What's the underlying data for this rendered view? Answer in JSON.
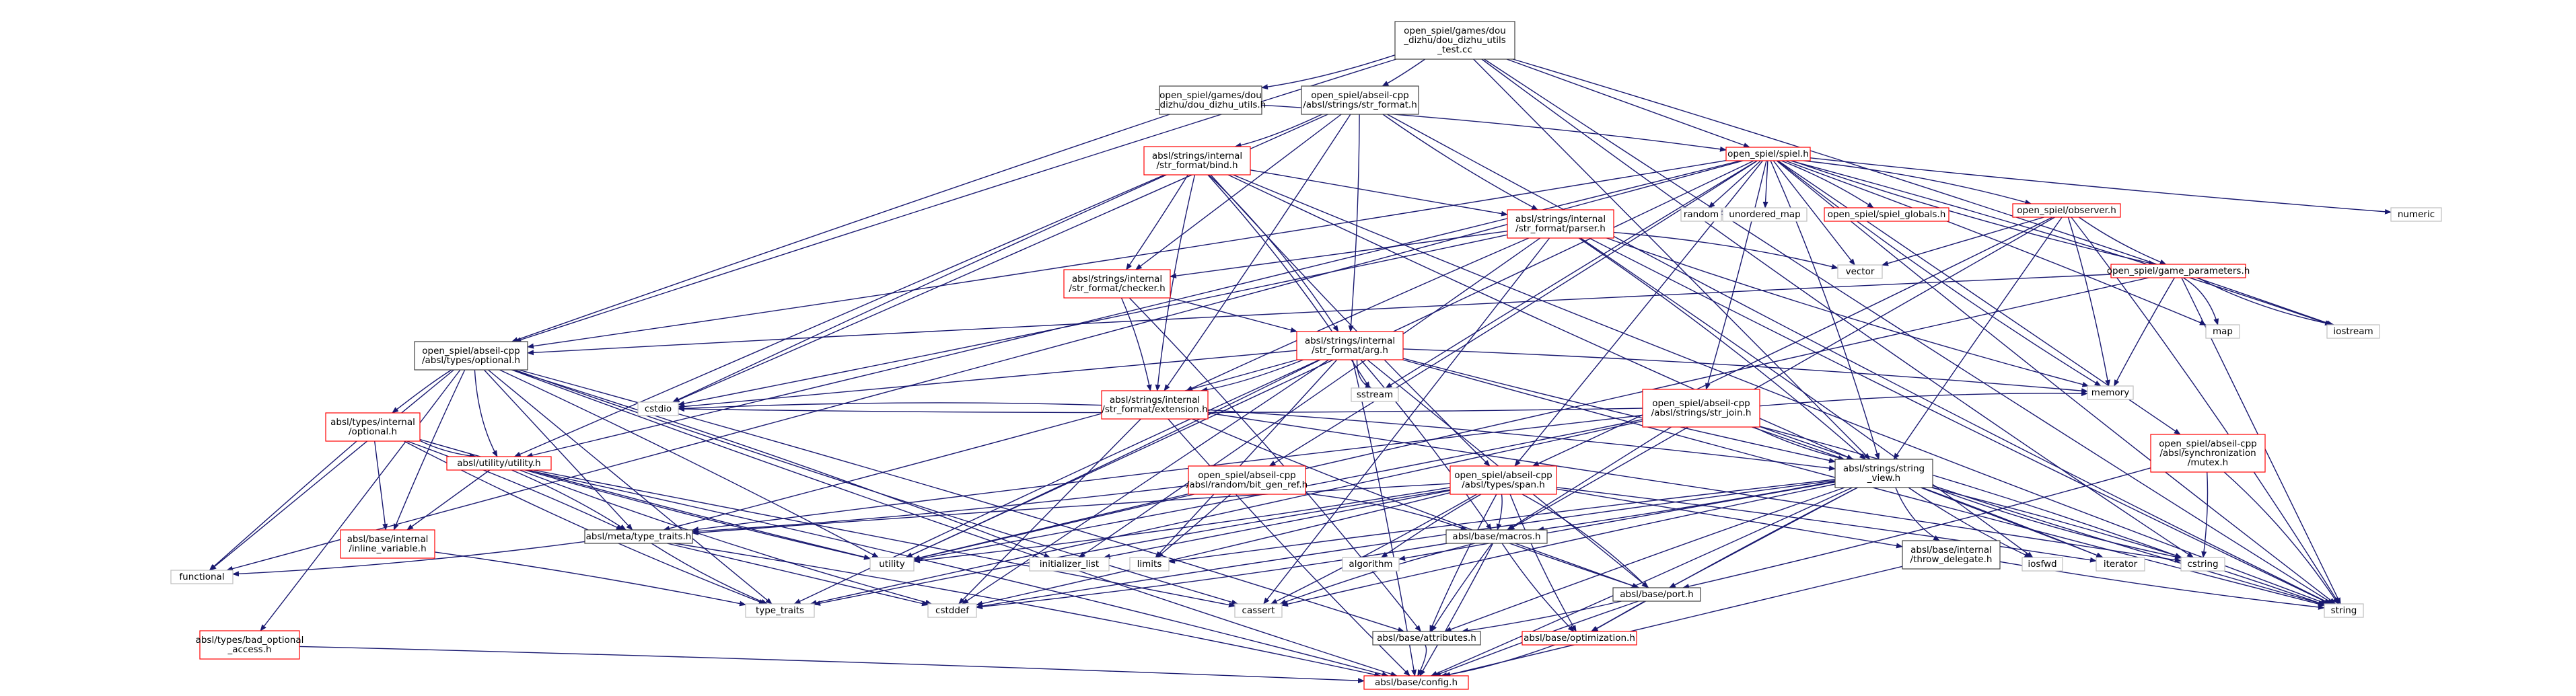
{
  "colors": {
    "background": "#ffffff",
    "edge": "#191970",
    "node_border_normal": "#404040",
    "node_border_expandable": "#ff0000",
    "node_border_system": "#bfbfbf",
    "root_fill": "#bfbfbf",
    "text": "#000000"
  },
  "nodes": [
    {
      "id": "root",
      "lines": [
        "open_spiel/games/dou",
        "_dizhu/dou_dizhu_utils",
        "_test.cc"
      ],
      "kind": "root"
    },
    {
      "id": "ddutils",
      "lines": [
        "open_spiel/games/dou",
        "_dizhu/dou_dizhu_utils.h"
      ],
      "kind": "normal"
    },
    {
      "id": "strformat",
      "lines": [
        "open_spiel/abseil-cpp",
        "/absl/strings/str_format.h"
      ],
      "kind": "normal"
    },
    {
      "id": "spiel",
      "lines": [
        "open_spiel/spiel.h"
      ],
      "kind": "red"
    },
    {
      "id": "bind",
      "lines": [
        "absl/strings/internal",
        "/str_format/bind.h"
      ],
      "kind": "red"
    },
    {
      "id": "parser",
      "lines": [
        "absl/strings/internal",
        "/str_format/parser.h"
      ],
      "kind": "red"
    },
    {
      "id": "checker",
      "lines": [
        "absl/strings/internal",
        "/str_format/checker.h"
      ],
      "kind": "red"
    },
    {
      "id": "arg",
      "lines": [
        "absl/strings/internal",
        "/str_format/arg.h"
      ],
      "kind": "red"
    },
    {
      "id": "extension",
      "lines": [
        "absl/strings/internal",
        "/str_format/extension.h"
      ],
      "kind": "red"
    },
    {
      "id": "optional",
      "lines": [
        "open_spiel/abseil-cpp",
        "/absl/types/optional.h"
      ],
      "kind": "normal"
    },
    {
      "id": "toptional",
      "lines": [
        "absl/types/internal",
        "/optional.h"
      ],
      "kind": "red"
    },
    {
      "id": "utility",
      "lines": [
        "absl/utility/utility.h"
      ],
      "kind": "red"
    },
    {
      "id": "inlinevar",
      "lines": [
        "absl/base/internal",
        "/inline_variable.h"
      ],
      "kind": "red"
    },
    {
      "id": "typetraits",
      "lines": [
        "absl/meta/type_traits.h"
      ],
      "kind": "normal"
    },
    {
      "id": "badopt",
      "lines": [
        "absl/types/bad_optional",
        "_access.h"
      ],
      "kind": "red"
    },
    {
      "id": "bitgen",
      "lines": [
        "open_spiel/abseil-cpp",
        "/absl/random/bit_gen_ref.h"
      ],
      "kind": "red"
    },
    {
      "id": "span",
      "lines": [
        "open_spiel/abseil-cpp",
        "/absl/types/span.h"
      ],
      "kind": "red"
    },
    {
      "id": "strjoin",
      "lines": [
        "open_spiel/abseil-cpp",
        "/absl/strings/str_join.h"
      ],
      "kind": "red"
    },
    {
      "id": "stringview",
      "lines": [
        "absl/strings/string",
        "_view.h"
      ],
      "kind": "normal"
    },
    {
      "id": "macros",
      "lines": [
        "absl/base/macros.h"
      ],
      "kind": "normal"
    },
    {
      "id": "port",
      "lines": [
        "absl/base/port.h"
      ],
      "kind": "normal"
    },
    {
      "id": "attributes",
      "lines": [
        "absl/base/attributes.h"
      ],
      "kind": "normal"
    },
    {
      "id": "optimization",
      "lines": [
        "absl/base/optimization.h"
      ],
      "kind": "red"
    },
    {
      "id": "config",
      "lines": [
        "absl/base/config.h"
      ],
      "kind": "red"
    },
    {
      "id": "throwdel",
      "lines": [
        "absl/base/internal",
        "/throw_delegate.h"
      ],
      "kind": "normal"
    },
    {
      "id": "observer",
      "lines": [
        "open_spiel/observer.h"
      ],
      "kind": "red"
    },
    {
      "id": "gameparams",
      "lines": [
        "open_spiel/game_parameters.h"
      ],
      "kind": "red"
    },
    {
      "id": "spielglobals",
      "lines": [
        "open_spiel/spiel_globals.h"
      ],
      "kind": "red"
    },
    {
      "id": "mutex",
      "lines": [
        "open_spiel/abseil-cpp",
        "/absl/synchronization",
        "/mutex.h"
      ],
      "kind": "red"
    },
    {
      "id": "random",
      "lines": [
        "random"
      ],
      "kind": "system"
    },
    {
      "id": "unordered_map",
      "lines": [
        "unordered_map"
      ],
      "kind": "system"
    },
    {
      "id": "numeric",
      "lines": [
        "numeric"
      ],
      "kind": "system"
    },
    {
      "id": "vector",
      "lines": [
        "vector"
      ],
      "kind": "system"
    },
    {
      "id": "map",
      "lines": [
        "map"
      ],
      "kind": "system"
    },
    {
      "id": "iostream",
      "lines": [
        "iostream"
      ],
      "kind": "system"
    },
    {
      "id": "memory",
      "lines": [
        "memory"
      ],
      "kind": "system"
    },
    {
      "id": "sstream",
      "lines": [
        "sstream"
      ],
      "kind": "system"
    },
    {
      "id": "cstdio",
      "lines": [
        "cstdio"
      ],
      "kind": "system"
    },
    {
      "id": "limits",
      "lines": [
        "limits"
      ],
      "kind": "system"
    },
    {
      "id": "initlist",
      "lines": [
        "initializer_list"
      ],
      "kind": "system"
    },
    {
      "id": "utility_sys",
      "lines": [
        "utility"
      ],
      "kind": "system"
    },
    {
      "id": "algorithm",
      "lines": [
        "algorithm"
      ],
      "kind": "system"
    },
    {
      "id": "functional",
      "lines": [
        "functional"
      ],
      "kind": "system"
    },
    {
      "id": "type_traits",
      "lines": [
        "type_traits"
      ],
      "kind": "system"
    },
    {
      "id": "cstddef",
      "lines": [
        "cstddef"
      ],
      "kind": "system"
    },
    {
      "id": "cassert",
      "lines": [
        "cassert"
      ],
      "kind": "system"
    },
    {
      "id": "iosfwd",
      "lines": [
        "iosfwd"
      ],
      "kind": "system"
    },
    {
      "id": "iterator",
      "lines": [
        "iterator"
      ],
      "kind": "system"
    },
    {
      "id": "cstring",
      "lines": [
        "cstring"
      ],
      "kind": "system"
    },
    {
      "id": "string",
      "lines": [
        "string"
      ],
      "kind": "system"
    }
  ],
  "edges": [
    [
      "root",
      "ddutils"
    ],
    [
      "root",
      "strformat"
    ],
    [
      "root",
      "spiel"
    ],
    [
      "root",
      "optional"
    ],
    [
      "root",
      "iostream"
    ],
    [
      "root",
      "cstring"
    ],
    [
      "root",
      "string"
    ],
    [
      "root",
      "stringview"
    ],
    [
      "ddutils",
      "optional"
    ],
    [
      "ddutils",
      "spiel"
    ],
    [
      "strformat",
      "bind"
    ],
    [
      "strformat",
      "parser"
    ],
    [
      "strformat",
      "checker"
    ],
    [
      "strformat",
      "arg"
    ],
    [
      "strformat",
      "extension"
    ],
    [
      "strformat",
      "string"
    ],
    [
      "strformat",
      "cstdio"
    ],
    [
      "bind",
      "parser"
    ],
    [
      "bind",
      "checker"
    ],
    [
      "bind",
      "arg"
    ],
    [
      "bind",
      "extension"
    ],
    [
      "bind",
      "span"
    ],
    [
      "bind",
      "utility"
    ],
    [
      "bind",
      "cstdio"
    ],
    [
      "bind",
      "sstream"
    ],
    [
      "bind",
      "string"
    ],
    [
      "bind",
      "stringview"
    ],
    [
      "parser",
      "checker"
    ],
    [
      "parser",
      "extension"
    ],
    [
      "parser",
      "vector"
    ],
    [
      "parser",
      "memory"
    ],
    [
      "parser",
      "string"
    ],
    [
      "parser",
      "cassert"
    ],
    [
      "parser",
      "iosfwd"
    ],
    [
      "parser",
      "stringview"
    ],
    [
      "parser",
      "initlist"
    ],
    [
      "parser",
      "cstdio"
    ],
    [
      "checker",
      "arg"
    ],
    [
      "checker",
      "extension"
    ],
    [
      "checker",
      "attributes"
    ],
    [
      "arg",
      "extension"
    ],
    [
      "arg",
      "stringview"
    ],
    [
      "arg",
      "port"
    ],
    [
      "arg",
      "macros"
    ],
    [
      "arg",
      "memory"
    ],
    [
      "arg",
      "sstream"
    ],
    [
      "arg",
      "string"
    ],
    [
      "arg",
      "cstdio"
    ],
    [
      "arg",
      "type_traits"
    ],
    [
      "arg",
      "limits"
    ],
    [
      "arg",
      "utility_sys"
    ],
    [
      "arg",
      "typetraits"
    ],
    [
      "arg",
      "cstddef"
    ],
    [
      "arg",
      "config"
    ],
    [
      "extension",
      "stringview"
    ],
    [
      "extension",
      "port"
    ],
    [
      "extension",
      "config"
    ],
    [
      "extension",
      "cstring"
    ],
    [
      "extension",
      "cstddef"
    ],
    [
      "extension",
      "cstdio"
    ],
    [
      "spiel",
      "optional"
    ],
    [
      "spiel",
      "random"
    ],
    [
      "spiel",
      "unordered_map"
    ],
    [
      "spiel",
      "spielglobals"
    ],
    [
      "spiel",
      "observer"
    ],
    [
      "spiel",
      "gameparams"
    ],
    [
      "spiel",
      "numeric"
    ],
    [
      "spiel",
      "vector"
    ],
    [
      "spiel",
      "map"
    ],
    [
      "spiel",
      "iostream"
    ],
    [
      "spiel",
      "memory"
    ],
    [
      "spiel",
      "string"
    ],
    [
      "spiel",
      "mutex"
    ],
    [
      "spiel",
      "strjoin"
    ],
    [
      "spiel",
      "span"
    ],
    [
      "spiel",
      "bitgen"
    ],
    [
      "spiel",
      "utility"
    ],
    [
      "spiel",
      "functional"
    ],
    [
      "spiel",
      "sstream"
    ],
    [
      "spiel",
      "stringview"
    ],
    [
      "spiel",
      "utility_sys"
    ],
    [
      "observer",
      "gameparams"
    ],
    [
      "observer",
      "vector"
    ],
    [
      "observer",
      "memory"
    ],
    [
      "observer",
      "string"
    ],
    [
      "observer",
      "span"
    ],
    [
      "observer",
      "stringview"
    ],
    [
      "observer",
      "macros"
    ],
    [
      "gameparams",
      "optional"
    ],
    [
      "gameparams",
      "map"
    ],
    [
      "gameparams",
      "iostream"
    ],
    [
      "gameparams",
      "memory"
    ],
    [
      "gameparams",
      "string"
    ],
    [
      "gameparams",
      "utility_sys"
    ],
    [
      "optional",
      "toptional"
    ],
    [
      "optional",
      "utility"
    ],
    [
      "optional",
      "inlinevar"
    ],
    [
      "optional",
      "typetraits"
    ],
    [
      "optional",
      "badopt"
    ],
    [
      "optional",
      "attributes"
    ],
    [
      "optional",
      "config"
    ],
    [
      "optional",
      "functional"
    ],
    [
      "optional",
      "type_traits"
    ],
    [
      "optional",
      "utility_sys"
    ],
    [
      "optional",
      "initlist"
    ],
    [
      "optional",
      "cassert"
    ],
    [
      "toptional",
      "utility"
    ],
    [
      "toptional",
      "inlinevar"
    ],
    [
      "toptional",
      "typetraits"
    ],
    [
      "toptional",
      "functional"
    ],
    [
      "toptional",
      "type_traits"
    ],
    [
      "toptional",
      "utility_sys"
    ],
    [
      "utility",
      "inlinevar"
    ],
    [
      "utility",
      "typetraits"
    ],
    [
      "utility",
      "config"
    ],
    [
      "utility",
      "cstddef"
    ],
    [
      "utility",
      "utility_sys"
    ],
    [
      "utility",
      "cassert"
    ],
    [
      "inlinevar",
      "type_traits"
    ],
    [
      "typetraits",
      "config"
    ],
    [
      "typetraits",
      "functional"
    ],
    [
      "typetraits",
      "type_traits"
    ],
    [
      "typetraits",
      "cstddef"
    ],
    [
      "badopt",
      "config"
    ],
    [
      "bitgen",
      "macros"
    ],
    [
      "bitgen",
      "typetraits"
    ],
    [
      "bitgen",
      "limits"
    ],
    [
      "bitgen",
      "utility_sys"
    ],
    [
      "span",
      "macros"
    ],
    [
      "span",
      "port"
    ],
    [
      "span",
      "attributes"
    ],
    [
      "span",
      "optimization"
    ],
    [
      "span",
      "throwdel"
    ],
    [
      "span",
      "typetraits"
    ],
    [
      "span",
      "algorithm"
    ],
    [
      "span",
      "cassert"
    ],
    [
      "span",
      "cstddef"
    ],
    [
      "span",
      "initlist"
    ],
    [
      "span",
      "iterator"
    ],
    [
      "span",
      "type_traits"
    ],
    [
      "span",
      "utility_sys"
    ],
    [
      "strjoin",
      "stringview"
    ],
    [
      "strjoin",
      "macros"
    ],
    [
      "strjoin",
      "iterator"
    ],
    [
      "strjoin",
      "cstring"
    ],
    [
      "strjoin",
      "string"
    ],
    [
      "strjoin",
      "utility_sys"
    ],
    [
      "strjoin",
      "type_traits"
    ],
    [
      "strjoin",
      "typetraits"
    ],
    [
      "strjoin",
      "memory"
    ],
    [
      "strjoin",
      "cstdio"
    ],
    [
      "stringview",
      "macros"
    ],
    [
      "stringview",
      "port"
    ],
    [
      "stringview",
      "attributes"
    ],
    [
      "stringview",
      "optimization"
    ],
    [
      "stringview",
      "throwdel"
    ],
    [
      "stringview",
      "config"
    ],
    [
      "stringview",
      "algorithm"
    ],
    [
      "stringview",
      "cassert"
    ],
    [
      "stringview",
      "cstddef"
    ],
    [
      "stringview",
      "cstring"
    ],
    [
      "stringview",
      "iosfwd"
    ],
    [
      "stringview",
      "iterator"
    ],
    [
      "stringview",
      "limits"
    ],
    [
      "stringview",
      "string"
    ],
    [
      "macros",
      "attributes"
    ],
    [
      "macros",
      "optimization"
    ],
    [
      "macros",
      "port"
    ],
    [
      "macros",
      "config"
    ],
    [
      "macros",
      "cassert"
    ],
    [
      "macros",
      "cstddef"
    ],
    [
      "port",
      "attributes"
    ],
    [
      "port",
      "optimization"
    ],
    [
      "port",
      "config"
    ],
    [
      "attributes",
      "config"
    ],
    [
      "optimization",
      "config"
    ],
    [
      "throwdel",
      "string"
    ],
    [
      "throwdel",
      "config"
    ],
    [
      "mutex",
      "cstring"
    ],
    [
      "mutex",
      "string"
    ],
    [
      "mutex",
      "port"
    ]
  ]
}
